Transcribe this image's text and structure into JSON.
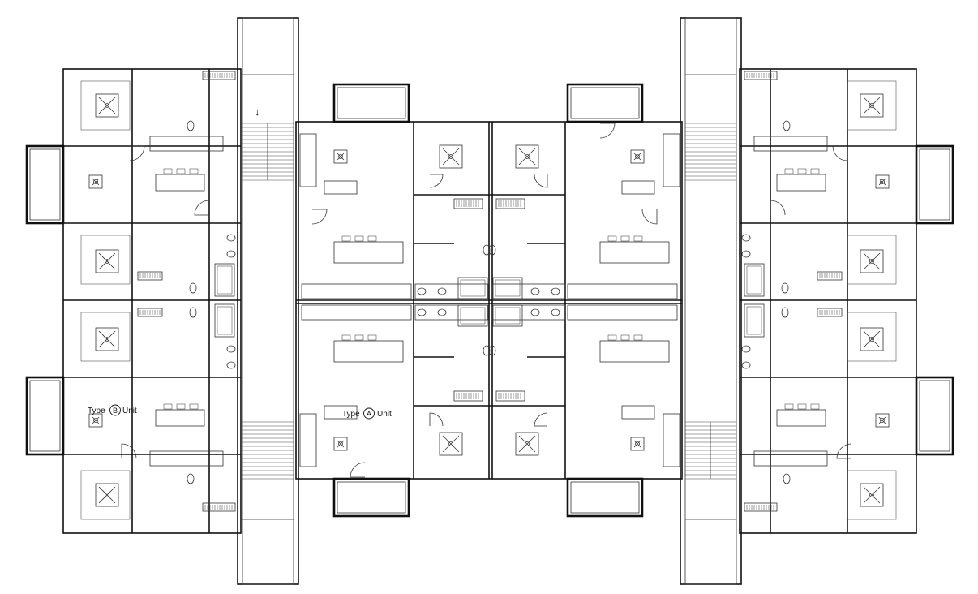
{
  "labels": {
    "unit_a": {
      "prefix": "Type",
      "letter": "A",
      "suffix": "Unit"
    },
    "unit_b": {
      "prefix": "Type",
      "letter": "B",
      "suffix": "Unit"
    }
  },
  "arrow_glyph": "↓",
  "colors": {
    "line": "#111111",
    "background": "#ffffff"
  }
}
